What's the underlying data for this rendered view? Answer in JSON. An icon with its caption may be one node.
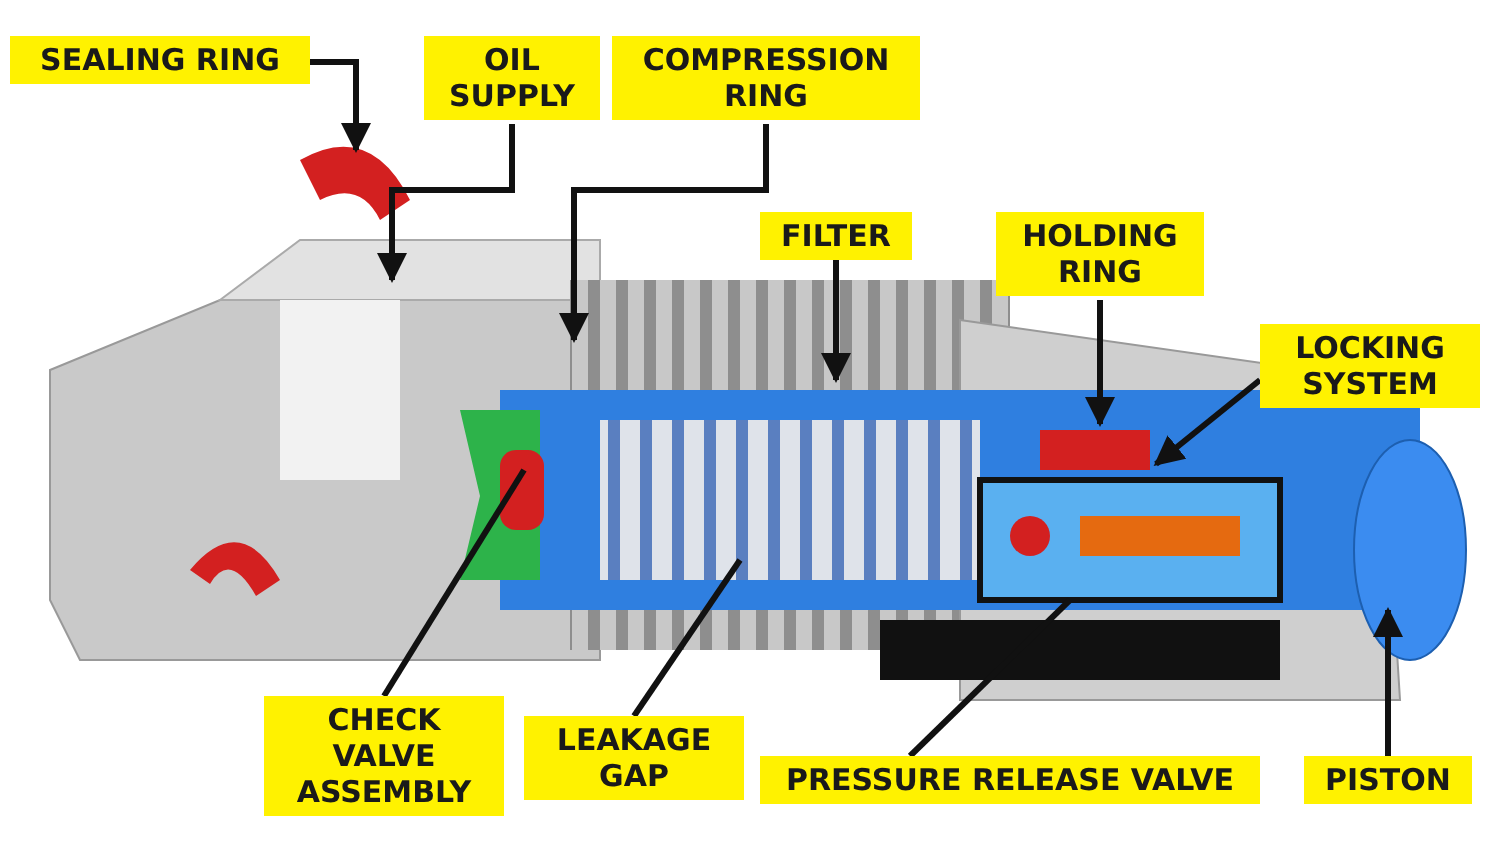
{
  "diagram": {
    "nodes": [
      {
        "text": [
          "SEALING RING"
        ]
      },
      {
        "text": [
          "OIL SUPPLY"
        ]
      },
      {
        "text": [
          "COMPRESSION RING"
        ]
      },
      {
        "text": [
          "FILTER"
        ]
      },
      {
        "text": [
          "HOLDING RING"
        ]
      },
      {
        "text": [
          "LOCKING SYSTEM"
        ]
      },
      {
        "text": [
          "CHECK VALVE ASSEMBLY"
        ]
      },
      {
        "text": [
          "LEAKAGE GAP"
        ]
      },
      {
        "text": [
          "PRESSURE RELEASE VALVE"
        ]
      },
      {
        "text": [
          "PISTON"
        ]
      }
    ],
    "edges": [
      {
        "from": 0,
        "to": null,
        "arrow": "to"
      },
      {
        "from": 1,
        "to": null,
        "arrow": "to"
      },
      {
        "from": 2,
        "to": null,
        "arrow": "to"
      },
      {
        "from": 3,
        "to": null,
        "arrow": "to"
      },
      {
        "from": 4,
        "to": null,
        "arrow": "to"
      },
      {
        "from": 5,
        "to": null,
        "arrow": "to"
      },
      {
        "from": 6,
        "to": null,
        "arrow": "none"
      },
      {
        "from": 7,
        "to": null,
        "arrow": "none"
      },
      {
        "from": 8,
        "to": null,
        "arrow": "none"
      },
      {
        "from": 9,
        "to": null,
        "arrow": "to"
      }
    ]
  }
}
